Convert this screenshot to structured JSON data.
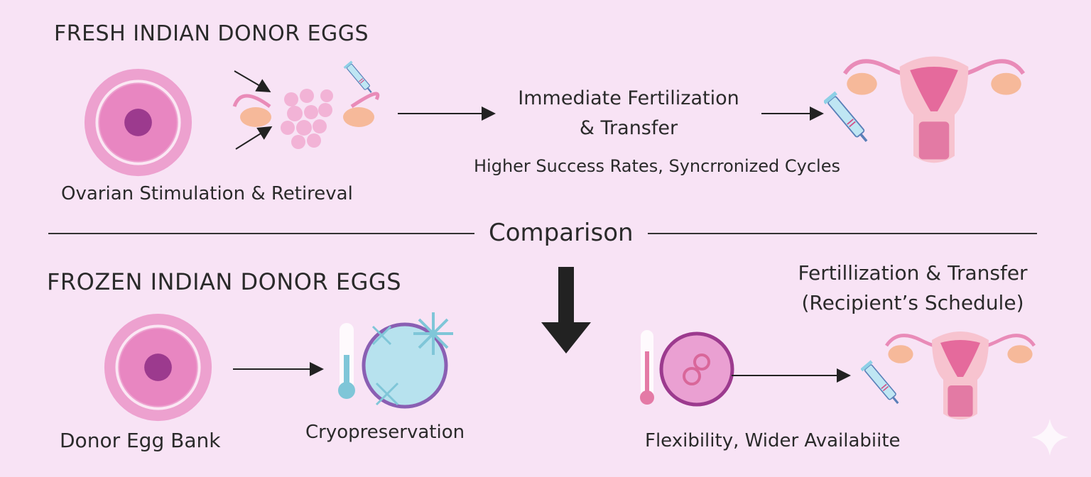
{
  "fresh": {
    "title": "FRESH INDIAN DONOR EGGS",
    "step1_label": "Ovarian Stimulation & Retireval",
    "step2_line1": "Immediate Fertilization",
    "step2_line2": "& Transfer",
    "benefits": "Higher Success Rates, Syncrronized Cycles"
  },
  "divider": {
    "label": "Comparison"
  },
  "frozen": {
    "title": "FROZEN INDIAN DONOR EGGS",
    "step1_label": "Donor Egg Bank",
    "step2_label": "Cryopreservation",
    "step3_line1": "Fertillization & Transfer",
    "step3_line2": "(Recipient’s Schedule)",
    "benefits": "Flexibility, Wider Availabiite"
  },
  "colors": {
    "background": "#f8e3f5",
    "pink": "#e99ccb",
    "magenta": "#9c3a8e",
    "ice": "#a8dbe8"
  }
}
